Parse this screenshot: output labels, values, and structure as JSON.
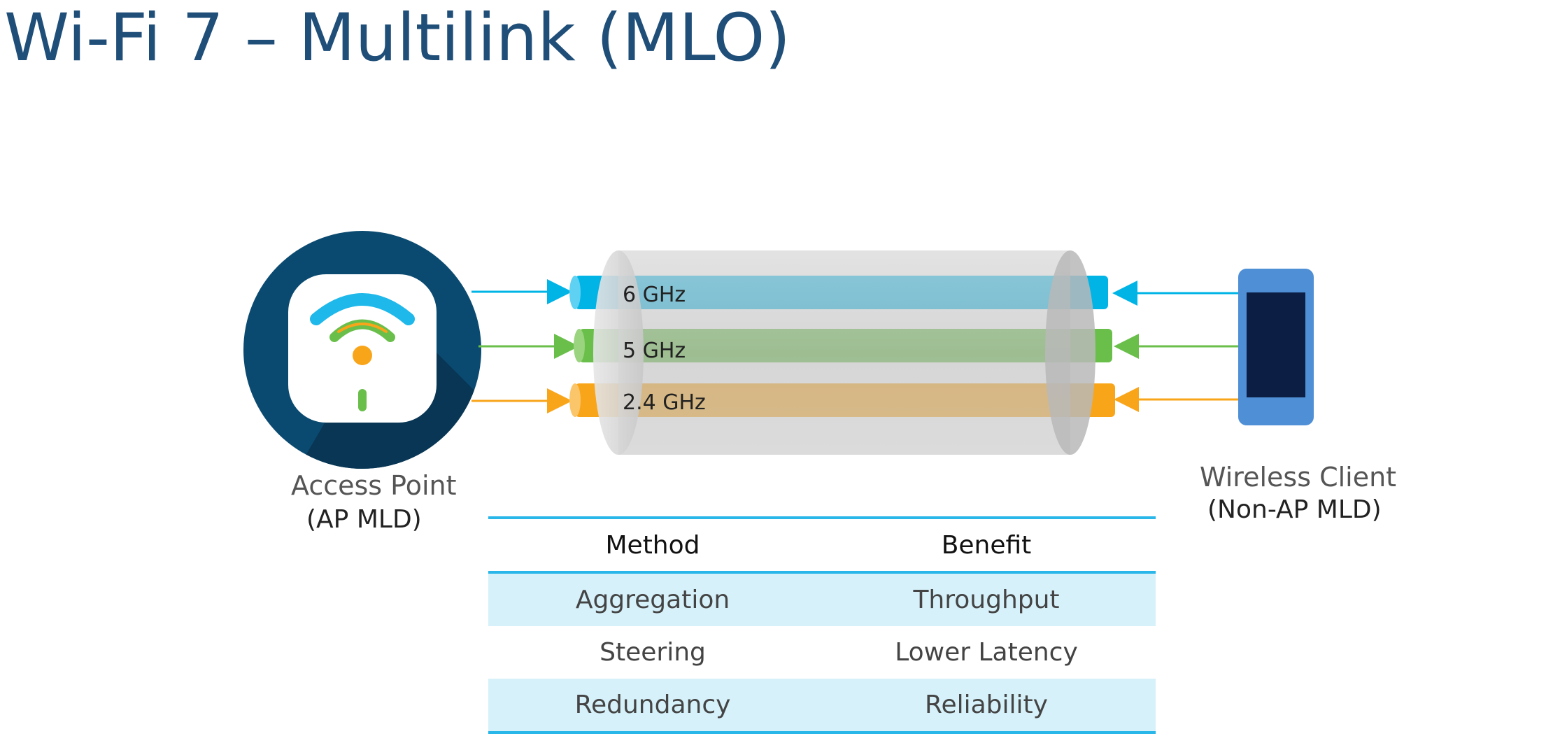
{
  "title": "Wi-Fi 7 – Multilink (MLO)",
  "access_point": {
    "label": "Access Point",
    "sublabel": "(AP MLD)"
  },
  "wireless_client": {
    "label": "Wireless Client",
    "sublabel": "(Non-AP MLD)"
  },
  "bands": [
    {
      "label": "6 GHz",
      "color": "#00b4e6"
    },
    {
      "label": "5 GHz",
      "color": "#6abf4b"
    },
    {
      "label": "2.4 GHz",
      "color": "#f9a51a"
    }
  ],
  "colors": {
    "title": "#1f4e79",
    "ap_circle": "#0b4a70",
    "ap_shadow": "#083654",
    "client_frame": "#4f8fd6",
    "client_screen": "#0c1e44",
    "table_rule": "#29b6e8",
    "table_shade": "#d6f1fa"
  },
  "table": {
    "headers": {
      "method": "Method",
      "benefit": "Benefit"
    },
    "rows": [
      {
        "method": "Aggregation",
        "benefit": "Throughput"
      },
      {
        "method": "Steering",
        "benefit": "Lower Latency"
      },
      {
        "method": "Redundancy",
        "benefit": "Reliability"
      }
    ]
  }
}
